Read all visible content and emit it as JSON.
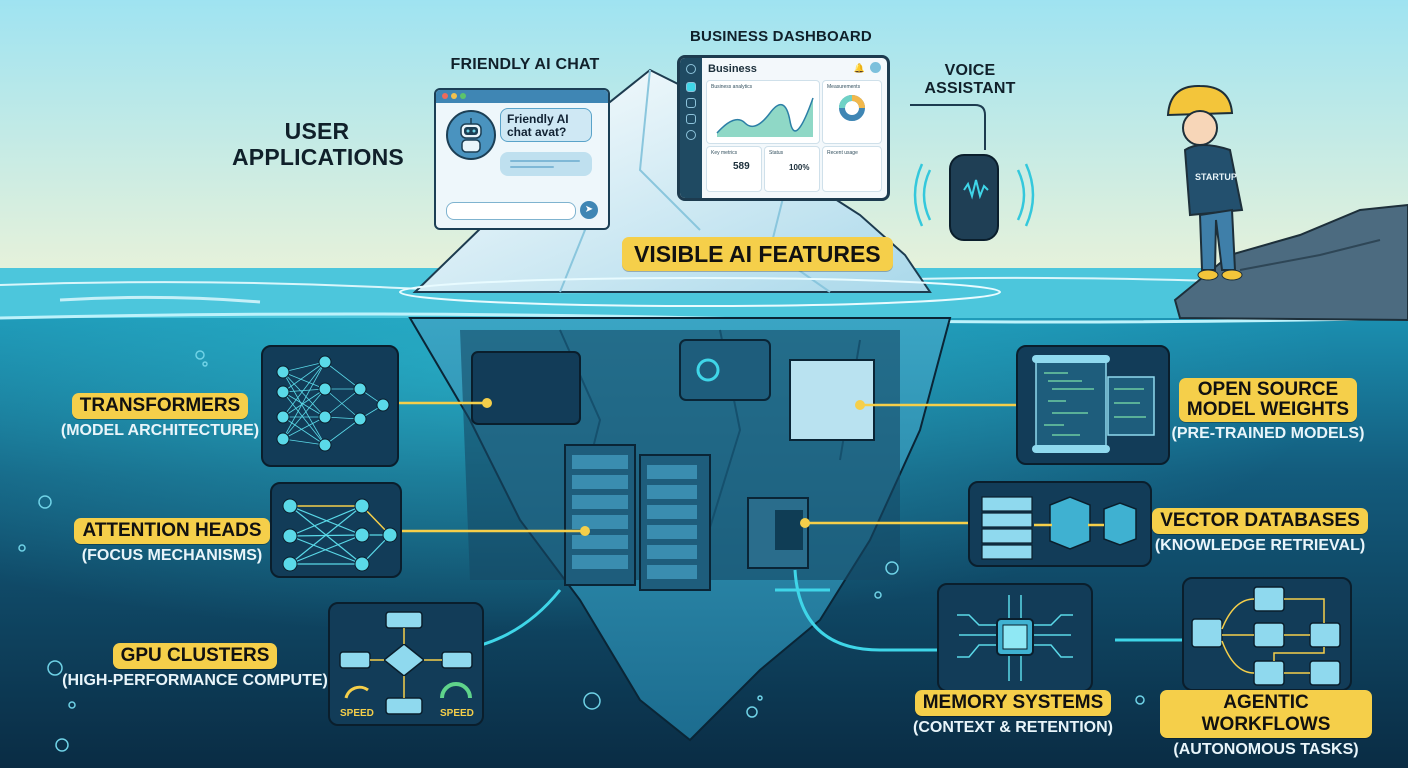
{
  "colors": {
    "sky_top": "#9fe3f1",
    "sky_bottom": "#e9f3df",
    "water_surface": "#4cc6dc",
    "deep_water": "#0c3450",
    "label_yellow": "#f5cf4a",
    "neon_cyan": "#3fd6e8",
    "panel_fill": "#123c58"
  },
  "above_water": {
    "heading": "USER APPLICATIONS",
    "heading_line1": "USER",
    "heading_line2": "APPLICATIONS",
    "callout": "VISIBLE AI FEATURES",
    "friendly_chat": {
      "title": "FRIENDLY AI CHAT",
      "bubble_text": "Friendly AI chat avat?",
      "send_icon": "send-arrow-icon",
      "avatar_icon": "robot-avatar-icon"
    },
    "business_dashboard": {
      "title": "BUSINESS DASHBOARD",
      "app_title": "Business",
      "cards": [
        {
          "title": "Business analytics",
          "kind": "area-chart"
        },
        {
          "title": "Measurements",
          "kind": "donut-chart"
        },
        {
          "title": "Key metrics",
          "value": "589",
          "kind": "bar-mini"
        },
        {
          "title": "Status",
          "value": "100%",
          "kind": "ring"
        },
        {
          "title": "Recent usage",
          "kind": "bar-chart"
        }
      ],
      "icons": [
        "bell-icon",
        "user-avatar-icon",
        "logo-icon"
      ]
    },
    "voice_assistant": {
      "title_line1": "VOICE",
      "title_line2": "ASSISTANT",
      "icon": "smart-speaker-icon"
    },
    "character": {
      "shirt_text": "STARTUP",
      "icon": "hard-hat-person"
    }
  },
  "below_water": {
    "items": [
      {
        "id": "transformers",
        "title": "TRANSFORMERS",
        "subtitle": "(MODEL ARCHITECTURE)",
        "icon": "neural-network-icon"
      },
      {
        "id": "attention",
        "title": "ATTENTION HEADS",
        "subtitle": "(FOCUS MECHANISMS)",
        "icon": "attention-graph-icon"
      },
      {
        "id": "gpu",
        "title": "GPU CLUSTERS",
        "subtitle": "(HIGH-PERFORMANCE COMPUTE)",
        "icon": "flowchart-icon",
        "gauge_labels": [
          "SPEED",
          "SPEED"
        ]
      },
      {
        "id": "weights",
        "title_line1": "OPEN SOURCE",
        "title_line2": "MODEL WEIGHTS",
        "subtitle": "(PRE-TRAINED MODELS)",
        "icon": "code-scroll-icon"
      },
      {
        "id": "vector",
        "title": "VECTOR DATABASES",
        "subtitle": "(KNOWLEDGE RETRIEVAL)",
        "icon": "database-cubes-icon"
      },
      {
        "id": "memory",
        "title": "MEMORY SYSTEMS",
        "subtitle": "(CONTEXT & RETENTION)",
        "icon": "chip-icon"
      },
      {
        "id": "agentic",
        "title": "AGENTIC WORKFLOWS",
        "subtitle": "(AUTONOMOUS TASKS)",
        "icon": "workflow-icon"
      }
    ]
  }
}
